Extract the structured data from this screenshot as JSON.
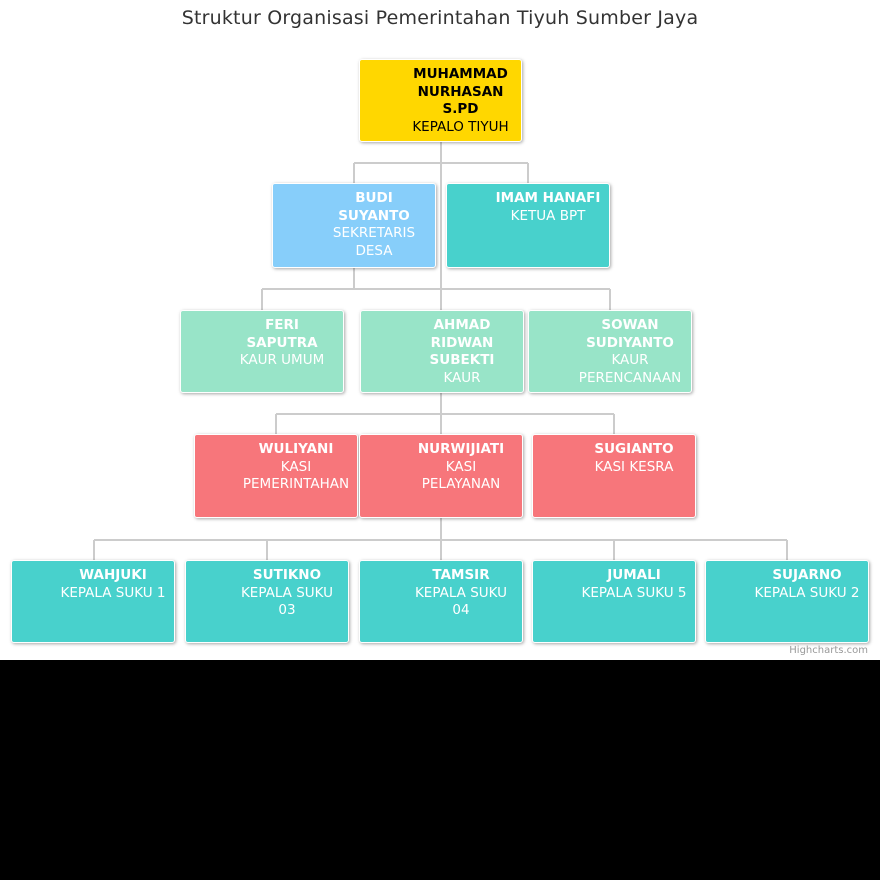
{
  "title": "Struktur Organisasi Pemerintahan Tiyuh Sumber Jaya",
  "credit": "Highcharts.com",
  "colors": {
    "head": "#ffd700",
    "blue": "#87cefa",
    "teal": "#48d1cc",
    "mint": "#98e4c8",
    "red": "#f7767b",
    "link": "#cccccc",
    "dark_text": "#000000",
    "light_text": "#ffffff"
  },
  "nodes": [
    {
      "id": "kepalo",
      "name": "MUHAMMAD NURHASAN S.PD",
      "title": "KEPALO TIYUH",
      "color": "head",
      "text": "dark_text"
    },
    {
      "id": "sekdes",
      "name": "BUDI SUYANTO",
      "title": "SEKRETARIS DESA",
      "color": "blue",
      "text": "light_text"
    },
    {
      "id": "bpt",
      "name": "IMAM HANAFI",
      "title": "KETUA BPT",
      "color": "teal",
      "text": "light_text"
    },
    {
      "id": "kaur-umum",
      "name": "FERI SAPUTRA",
      "title": "KAUR UMUM",
      "color": "mint",
      "text": "light_text"
    },
    {
      "id": "kaur",
      "name": "AHMAD RIDWAN SUBEKTI",
      "title": "KAUR",
      "color": "mint",
      "text": "light_text"
    },
    {
      "id": "kaur-perencanaan",
      "name": "SOWAN SUDIYANTO",
      "title": "KAUR PERENCANAAN",
      "color": "mint",
      "text": "light_text"
    },
    {
      "id": "kasi-pemerintahan",
      "name": "WULIYANI",
      "title": "KASI PEMERINTAHAN",
      "color": "red",
      "text": "light_text"
    },
    {
      "id": "kasi-pelayanan",
      "name": "NURWIJIATI",
      "title": "KASI PELAYANAN",
      "color": "red",
      "text": "light_text"
    },
    {
      "id": "kasi-kesra",
      "name": "SUGIANTO",
      "title": "KASI KESRA",
      "color": "red",
      "text": "light_text"
    },
    {
      "id": "suku-1",
      "name": "WAHJUKI",
      "title": "KEPALA SUKU 1",
      "color": "teal",
      "text": "light_text"
    },
    {
      "id": "suku-03",
      "name": "SUTIKNO",
      "title": "KEPALA SUKU 03",
      "color": "teal",
      "text": "light_text"
    },
    {
      "id": "suku-04",
      "name": "TAMSIR",
      "title": "KEPALA SUKU 04",
      "color": "teal",
      "text": "light_text"
    },
    {
      "id": "suku-5",
      "name": "JUMALI",
      "title": "KEPALA SUKU 5",
      "color": "teal",
      "text": "light_text"
    },
    {
      "id": "suku-2",
      "name": "SUJARNO",
      "title": "KEPALA SUKU 2",
      "color": "teal",
      "text": "light_text"
    }
  ]
}
